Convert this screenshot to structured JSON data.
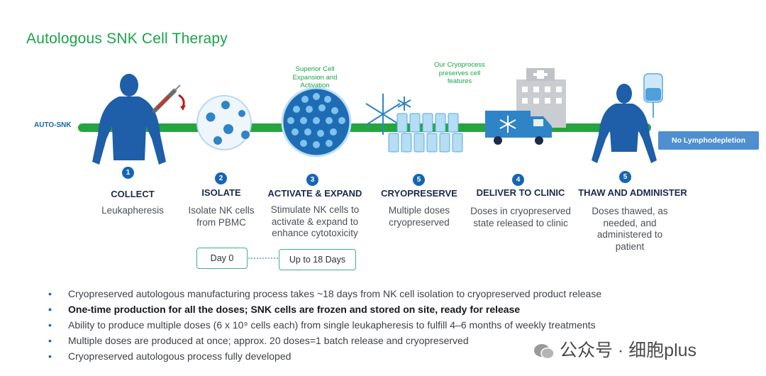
{
  "title": "Autologous SNK Cell Therapy",
  "track_label": "AUTO-SNK",
  "end_badge": "No Lymphodepletion",
  "notes": {
    "activate": "Superior Cell Expansion and Activation",
    "cryo": "Our Cryoprocess preserves cell features"
  },
  "steps": [
    {
      "num": "1",
      "title": "COLLECT",
      "desc": "Leukapheresis"
    },
    {
      "num": "2",
      "title": "ISOLATE",
      "desc": "Isolate NK cells from PBMC"
    },
    {
      "num": "3",
      "title": "ACTIVATE & EXPAND",
      "desc": "Stimulate NK cells to activate & expand to enhance cytotoxicity"
    },
    {
      "num": "5",
      "title": "CRYOPRESERVE",
      "desc": "Multiple doses cryopreserved"
    },
    {
      "num": "4",
      "title": "DELIVER TO CLINIC",
      "desc": "Doses in cryopreserved state released to clinic"
    },
    {
      "num": "5",
      "title": "THAW AND ADMINISTER",
      "desc": "Doses thawed, as needed, and administered to patient"
    }
  ],
  "timeline": {
    "start": "Day 0",
    "end": "Up to 18 Days"
  },
  "bullets": [
    {
      "text": "Cryopreserved autologous manufacturing process takes ~18 days from NK cell isolation to cryopreserved product release",
      "bold": false
    },
    {
      "text": "One-time production for all the doses; SNK cells are frozen and stored on site, ready for release",
      "bold": true
    },
    {
      "text": "Ability to produce multiple doses (6 x 10⁹ cells each) from single leukapheresis to fulfill 4–6 months of weekly treatments",
      "bold": false
    },
    {
      "text": "Multiple doses are produced at once; approx. 20 doses=1 batch release and cryopreserved",
      "bold": false
    },
    {
      "text": "Cryopreserved autologous process fully developed",
      "bold": false
    }
  ],
  "bullet_char": "•",
  "watermark": "公众号 · 细胞plus",
  "colors": {
    "brand_green": "#25a43f",
    "title_green": "#1aa34a",
    "brand_blue": "#1565b4",
    "badge_blue": "#4f8fd0"
  }
}
